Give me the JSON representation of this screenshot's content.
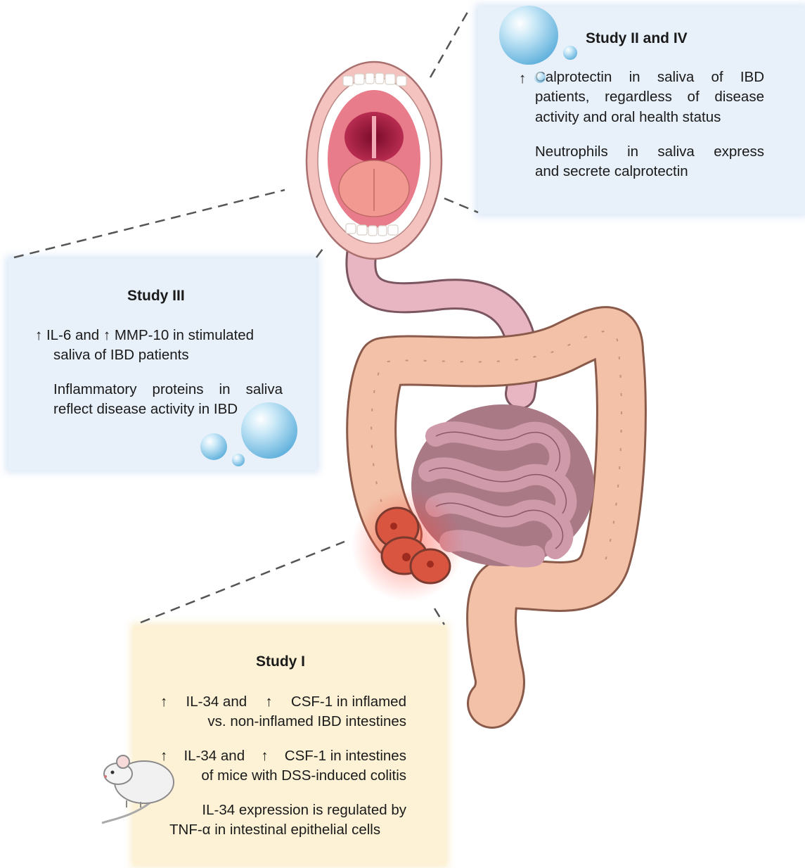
{
  "study_2_4": {
    "title": "Study II and IV",
    "finding_1_l1": "Calprotectin in saliva of IBD",
    "finding_1_l2": "patients, regardless of disease",
    "finding_1_l3": "activity and oral health status",
    "finding_2_l1": "Neutrophils in saliva express",
    "finding_2_l2": "and secrete calprotectin"
  },
  "study_3": {
    "title": "Study III",
    "finding_1_l1a": "IL-6 and",
    "finding_1_l1b": "MMP-10 in stimulated",
    "finding_1_l2": "saliva of IBD patients",
    "finding_2_l1": "Inflammatory proteins in saliva",
    "finding_2_l2": "reflect disease activity in IBD"
  },
  "study_1": {
    "title": "Study I",
    "finding_1_l1a": "IL-34 and",
    "finding_1_l1b": "CSF-1 in inflamed",
    "finding_1_l2": "vs. non-inflamed IBD intestines",
    "finding_2_l1a": "IL-34 and",
    "finding_2_l1b": "CSF-1 in intestines",
    "finding_2_l2": "of mice with DSS-induced colitis",
    "finding_3_l1": "IL-34 expression is regulated by",
    "finding_3_l2": "TNF-α in intestinal epithelial cells"
  },
  "symbols": {
    "increase_arrow": "↑"
  },
  "colors": {
    "box_blue": "#e8f0fa",
    "box_yellow": "#fdf2d6",
    "colon": "#f2c1a8",
    "small_intestine": "#dcaab8",
    "mouth_lips": "#f4c3c0",
    "inflamed": "#e0483c",
    "droplet": "#8fcbe8"
  }
}
